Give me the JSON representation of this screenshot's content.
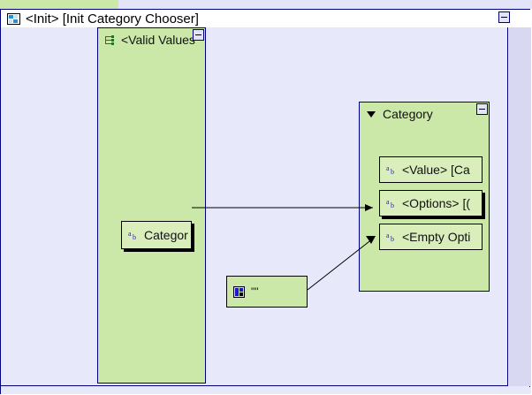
{
  "window": {
    "title": "<Init> [Init Category Chooser]",
    "icon": "diagram-window-icon",
    "collapse_label": "−",
    "background_color": "#e8e8fb",
    "frame_color": "#000080"
  },
  "canvas": {
    "panel_fill": "#cbe8a8",
    "node_fill": "#d9eebb",
    "edge_color": "#000000"
  },
  "panels": [
    {
      "id": "valid-values",
      "title": "<Valid Values",
      "icon": "tree-hierarchy-icon",
      "collapse_label": "−",
      "nodes": [
        {
          "id": "category-source",
          "label": "Categor",
          "icon": "string-attribute-icon"
        }
      ]
    },
    {
      "id": "category",
      "title": "Category",
      "icon": "collapse-triangle-icon",
      "collapse_label": "−",
      "nodes": [
        {
          "id": "value",
          "label": "<Value> [Ca",
          "icon": "string-attribute-icon"
        },
        {
          "id": "options",
          "label": "<Options> [(",
          "icon": "string-attribute-icon"
        },
        {
          "id": "empty-option",
          "label": "<Empty Opti",
          "icon": "string-attribute-icon"
        }
      ]
    }
  ],
  "free_nodes": [
    {
      "id": "empty-string-literal",
      "label": "\"\"",
      "icon": "literal-value-icon"
    }
  ],
  "edges": [
    {
      "id": "category-to-options",
      "from": "category-source",
      "to": "options",
      "style": "straight-arrow"
    },
    {
      "id": "literal-to-empty-option",
      "from": "empty-string-literal",
      "to": "empty-option",
      "style": "straight-arrow"
    }
  ]
}
